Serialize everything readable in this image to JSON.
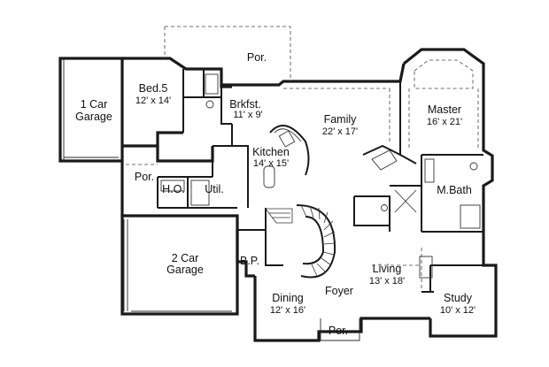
{
  "rooms": [
    {
      "id": "porch-rear",
      "name": "Por.",
      "dim": ""
    },
    {
      "id": "one-car-garage",
      "name": "1 Car",
      "name2": "Garage",
      "dim": ""
    },
    {
      "id": "bed5",
      "name": "Bed.5",
      "dim": "12' x 14'"
    },
    {
      "id": "breakfast",
      "name": "Brkfst.",
      "dim": "11' x 9'"
    },
    {
      "id": "family",
      "name": "Family",
      "dim": "22' x 17'"
    },
    {
      "id": "master",
      "name": "Master",
      "dim": "16' x 21'"
    },
    {
      "id": "kitchen",
      "name": "Kitchen",
      "dim": "14' x 15'"
    },
    {
      "id": "porch-side",
      "name": "Por.",
      "dim": ""
    },
    {
      "id": "home-office",
      "name": "H.O.",
      "dim": ""
    },
    {
      "id": "utility",
      "name": "Util.",
      "dim": ""
    },
    {
      "id": "master-bath",
      "name": "M.Bath",
      "dim": ""
    },
    {
      "id": "two-car-garage",
      "name": "2 Car",
      "name2": "Garage",
      "dim": ""
    },
    {
      "id": "butler-pantry",
      "name": "B.P.",
      "dim": ""
    },
    {
      "id": "living",
      "name": "Living",
      "dim": "13' x 18'"
    },
    {
      "id": "dining",
      "name": "Dining",
      "dim": "12' x 16'"
    },
    {
      "id": "foyer",
      "name": "Foyer",
      "dim": ""
    },
    {
      "id": "study",
      "name": "Study",
      "dim": "10' x 12'"
    },
    {
      "id": "porch-front",
      "name": "Por.",
      "dim": ""
    }
  ]
}
